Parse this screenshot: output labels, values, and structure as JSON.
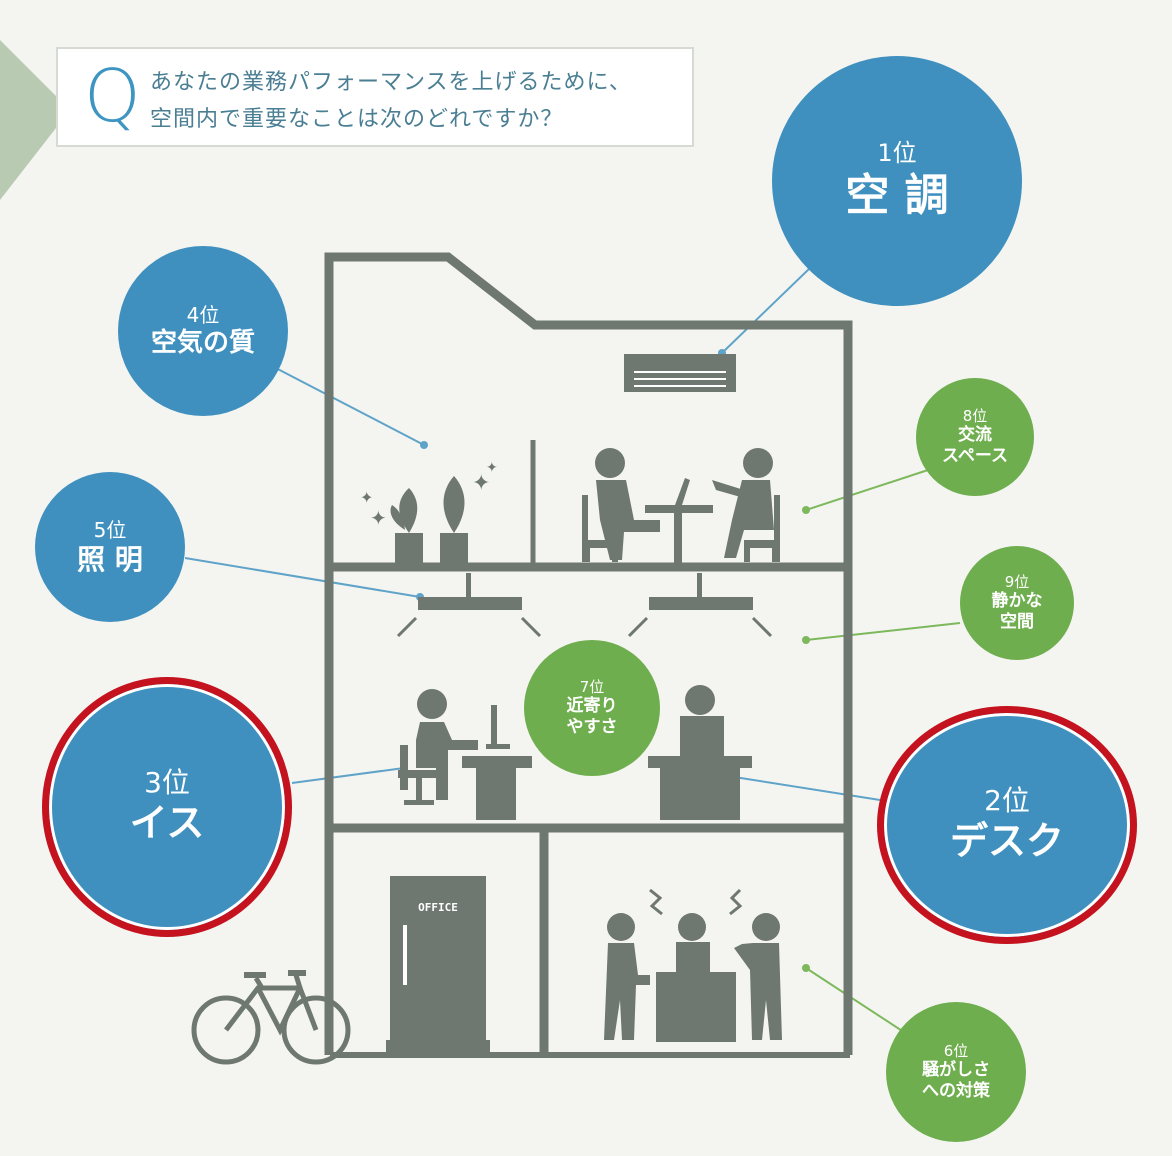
{
  "question": {
    "mark": "Q",
    "line1": "あなたの業務パフォーマンスを上げるために、",
    "line2": "空間内で重要なことは次のどれですか？"
  },
  "rankings": [
    {
      "rank": "1位",
      "label": "空 調",
      "color": "#3f90bf"
    },
    {
      "rank": "2位",
      "label": "デスク",
      "color": "#3f90bf"
    },
    {
      "rank": "3位",
      "label": "イス",
      "color": "#3f90bf"
    },
    {
      "rank": "4位",
      "label": "空気の質",
      "color": "#3f90bf"
    },
    {
      "rank": "5位",
      "label": "照 明",
      "color": "#3f90bf"
    },
    {
      "rank": "6位",
      "label_lines": [
        "騒がしさ",
        "への対策"
      ],
      "color": "#6fae4e"
    },
    {
      "rank": "7位",
      "label_lines": [
        "近寄り",
        "やすさ"
      ],
      "color": "#6fae4e"
    },
    {
      "rank": "8位",
      "label_lines": [
        "交流",
        "スペース"
      ],
      "color": "#6fae4e"
    },
    {
      "rank": "9位",
      "label_lines": [
        "静かな",
        "空間"
      ],
      "color": "#6fae4e"
    }
  ],
  "building": {
    "door_sign": "OFFICE",
    "wall_color": "#6e7770"
  },
  "highlight_color": "#c4121e"
}
